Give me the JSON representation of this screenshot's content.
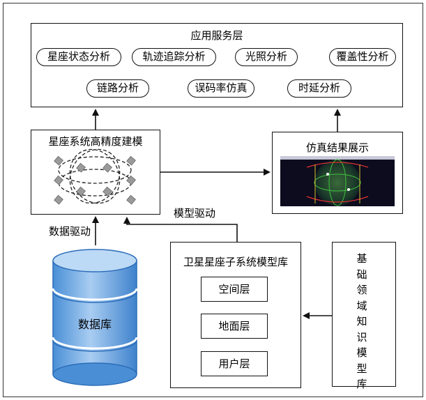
{
  "application_layer": {
    "title": "应用服务层",
    "services_row1": [
      "星座状态分析",
      "轨迹追踪分析",
      "光照分析",
      "覆盖性分析"
    ],
    "services_row2": [
      "链路分析",
      "误码率仿真",
      "时延分析"
    ]
  },
  "modeling": {
    "title": "星座系统高精度建模"
  },
  "simulation": {
    "title": "仿真结果展示"
  },
  "model_library": {
    "title": "卫星星座子系统模型库",
    "layers": [
      "空间层",
      "地面层",
      "用户层"
    ]
  },
  "knowledge_library": {
    "title": "基础领域知识模型库"
  },
  "database": {
    "label": "数据库"
  },
  "labels": {
    "model_driven": "模型驱动",
    "data_driven": "数据驱动"
  }
}
